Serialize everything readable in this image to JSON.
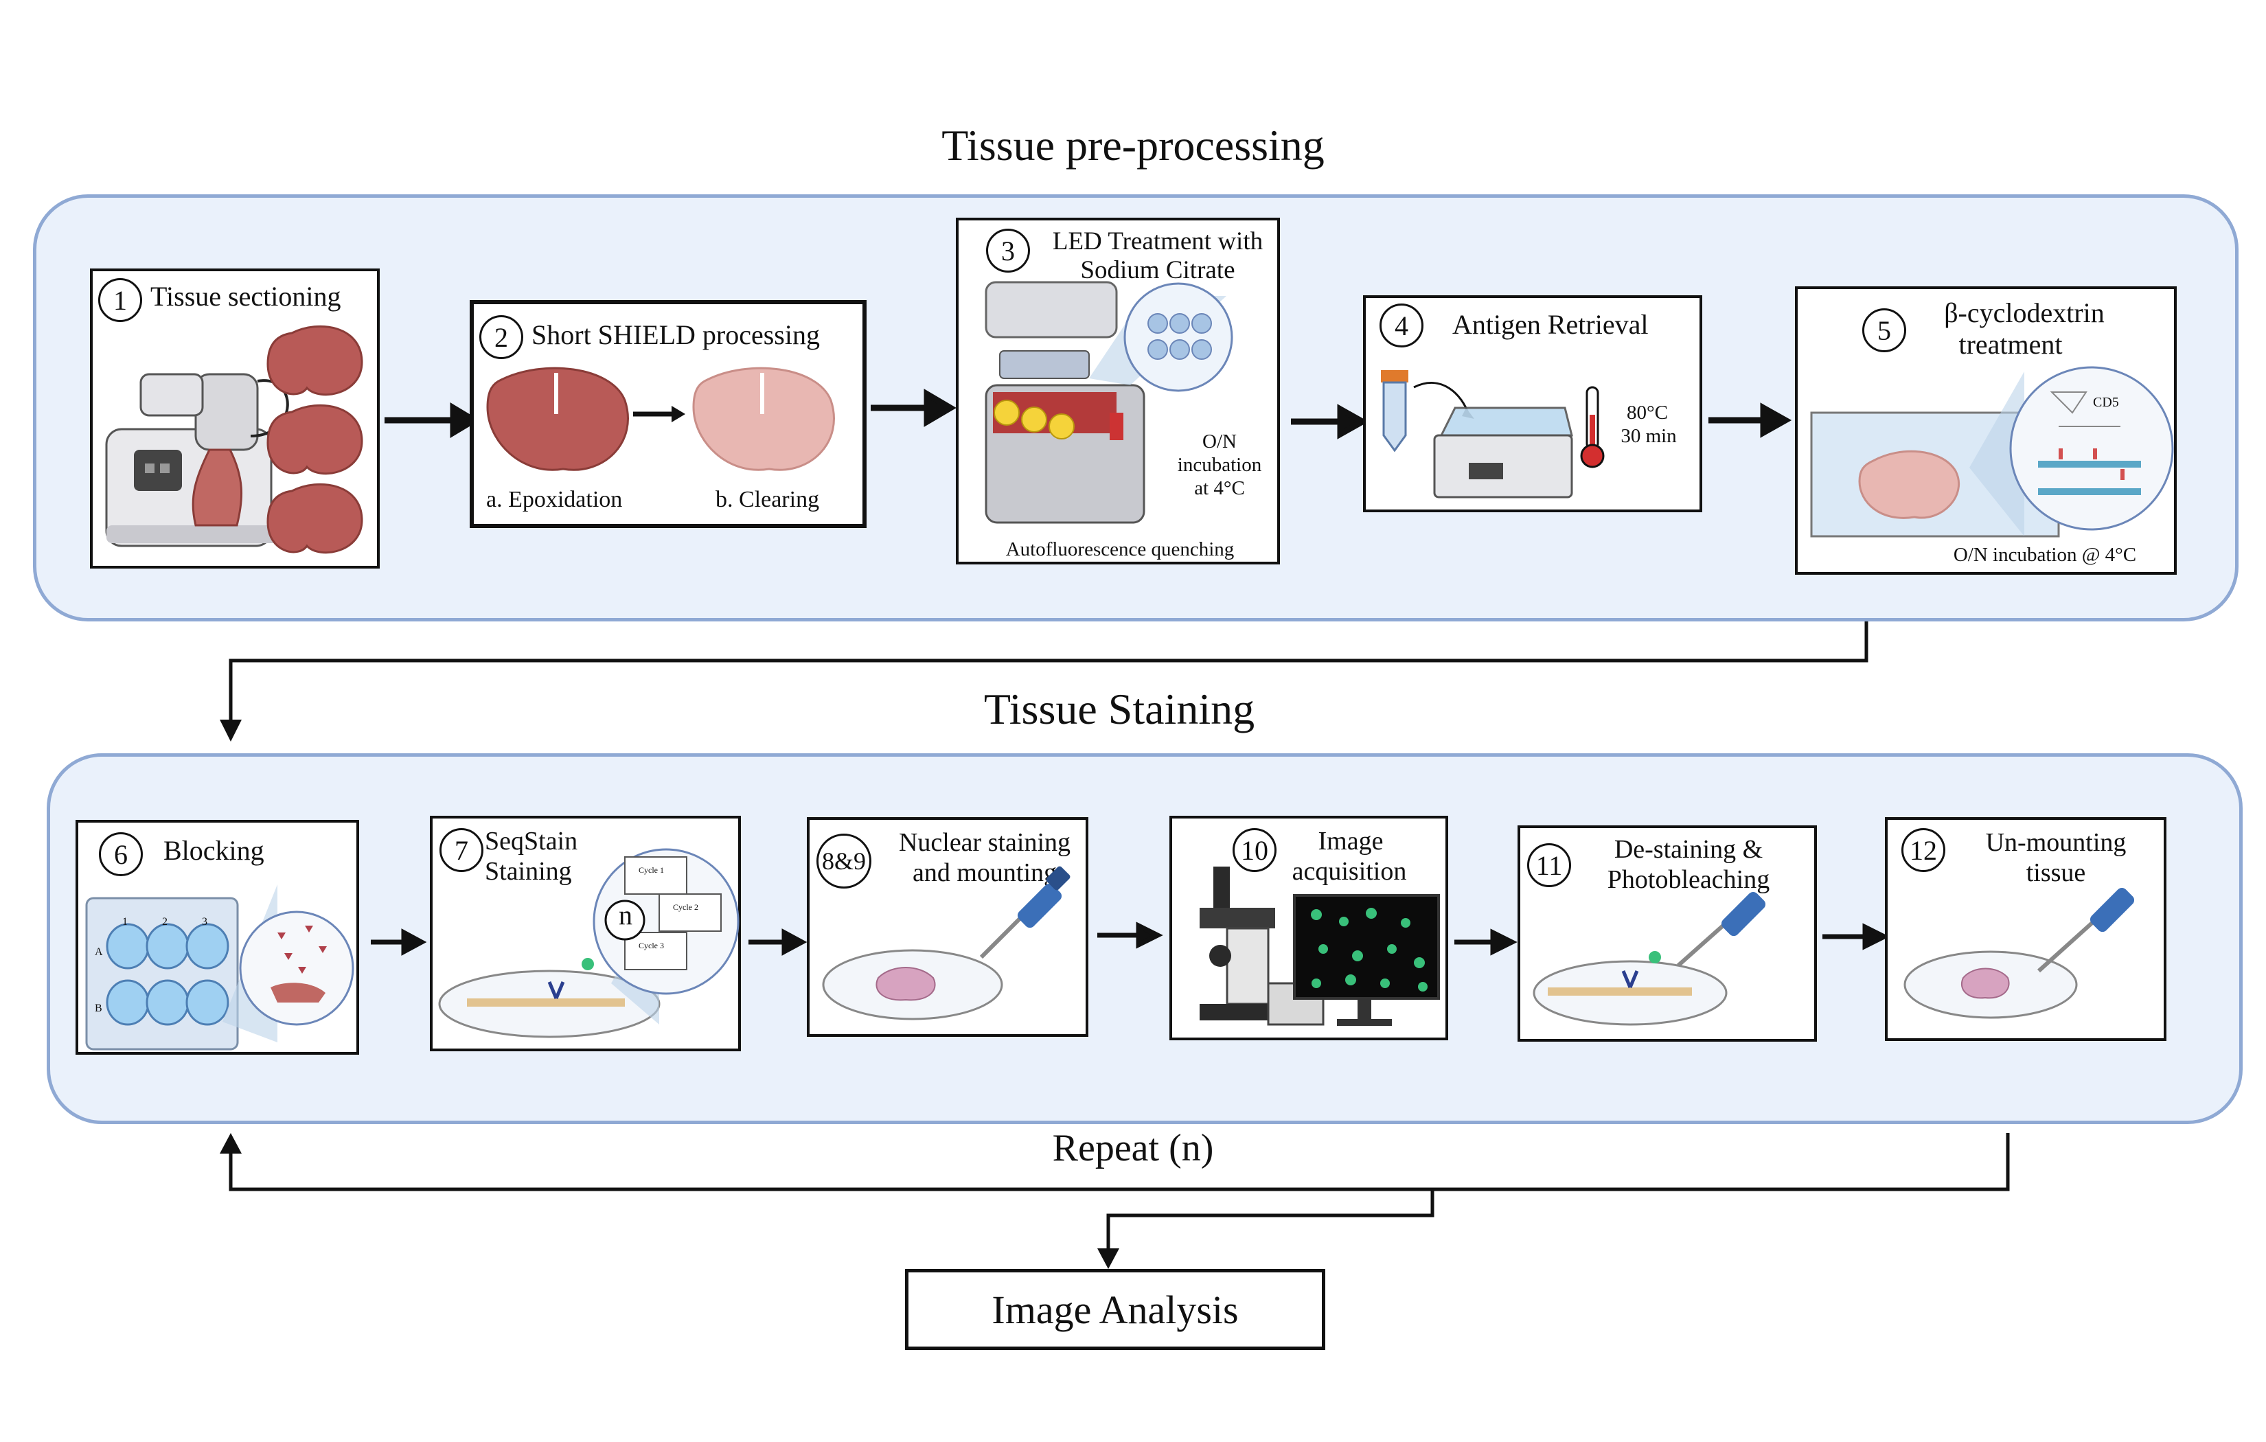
{
  "sections": {
    "preprocessing_title": "Tissue pre-processing",
    "staining_title": "Tissue Staining"
  },
  "steps": {
    "s1": {
      "num": "1",
      "title": "Tissue sectioning"
    },
    "s2": {
      "num": "2",
      "title": "Short SHIELD processing",
      "cap_a": "a. Epoxidation",
      "cap_b": "b. Clearing"
    },
    "s3": {
      "num": "3",
      "title_1": "LED Treatment with",
      "title_2": "Sodium Citrate",
      "note_1": "O/N",
      "note_2": "incubation",
      "note_3": "at 4°C",
      "bottom": "Autofluorescence quenching"
    },
    "s4": {
      "num": "4",
      "title": "Antigen Retrieval",
      "temp": "80°C",
      "time": "30 min"
    },
    "s5": {
      "num": "5",
      "title_1": "β-cyclodextrin",
      "title_2": "treatment",
      "bottom": "O/N incubation @ 4°C",
      "cd_label": "CD5"
    },
    "s6": {
      "num": "6",
      "title": "Blocking",
      "cols": [
        "1",
        "2",
        "3"
      ],
      "rows": [
        "A",
        "B"
      ]
    },
    "s7": {
      "num": "7",
      "title_1": "SeqStain",
      "title_2": "Staining",
      "n": "n",
      "cycles": [
        "Cycle 1",
        "Cycle 2",
        "Cycle 3"
      ]
    },
    "s89": {
      "num": "8&9",
      "title_1": "Nuclear staining",
      "title_2": "and mounting"
    },
    "s10": {
      "num": "10",
      "title_1": "Image",
      "title_2": "acquisition"
    },
    "s11": {
      "num": "11",
      "title_1": "De-staining &",
      "title_2": "Photobleaching"
    },
    "s12": {
      "num": "12",
      "title_1": "Un-mounting",
      "title_2": "tissue"
    }
  },
  "flow": {
    "repeat": "Repeat (n)",
    "final": "Image Analysis"
  },
  "colors": {
    "panel_fill": "#eaf1fb",
    "panel_border": "#8fa9d4",
    "brain": "#b85a57",
    "brain_light": "#e8b7b2",
    "pipette_blue": "#3b6fb8",
    "fluorescence_green": "#39c07a"
  },
  "icons": [
    "microtome-icon",
    "brain-section-icon",
    "led-device-icon",
    "light-bulb-icon",
    "tube-icon",
    "water-bath-icon",
    "thermometer-icon",
    "cyclodextrin-zoom-icon",
    "well-plate-icon",
    "antibody-icon",
    "petri-dish-icon",
    "pipette-icon",
    "microscope-icon",
    "monitor-icon",
    "arrow-icon"
  ]
}
